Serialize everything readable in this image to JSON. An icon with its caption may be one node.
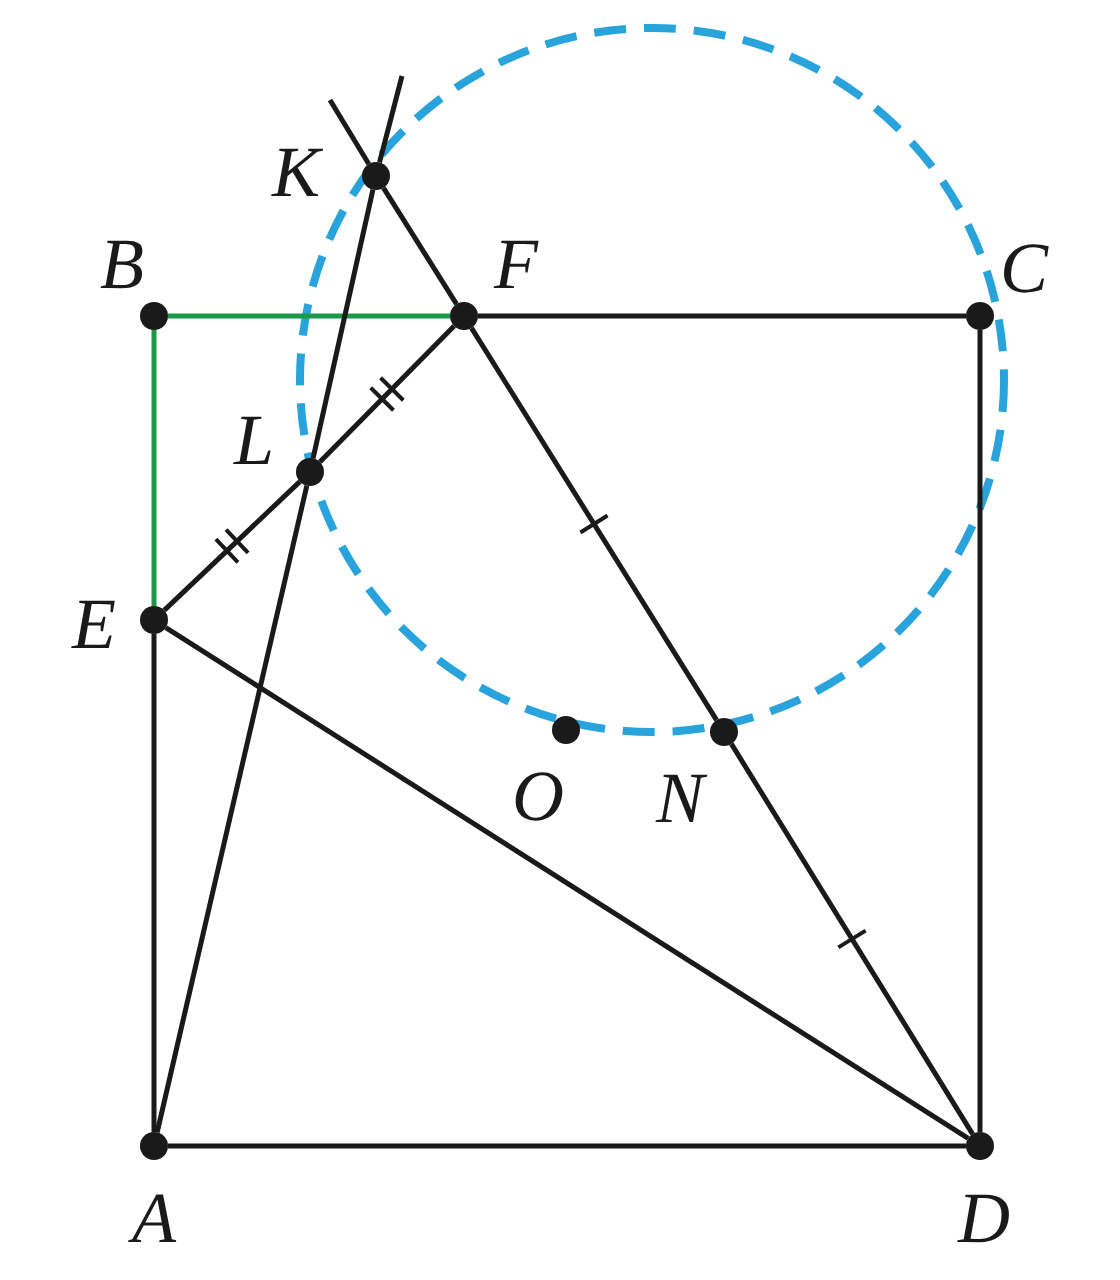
{
  "diagram": {
    "nodes": [
      {
        "text": [
          "K"
        ]
      },
      {
        "text": [
          "B"
        ]
      },
      {
        "text": [
          "F"
        ]
      },
      {
        "text": [
          "C"
        ]
      },
      {
        "text": [
          "L"
        ]
      },
      {
        "text": [
          "E"
        ]
      },
      {
        "text": [
          "O"
        ]
      },
      {
        "text": [
          "N"
        ]
      },
      {
        "text": [
          "A"
        ]
      },
      {
        "text": [
          "D"
        ]
      }
    ],
    "edges": [
      {
        "from": 8,
        "to": 5,
        "arrow": "none"
      },
      {
        "from": 5,
        "to": 1,
        "arrow": "none",
        "color": "#1a9a48"
      },
      {
        "from": 1,
        "to": 2,
        "arrow": "none",
        "color": "#1a9a48"
      },
      {
        "from": 2,
        "to": 3,
        "arrow": "none"
      },
      {
        "from": 3,
        "to": 9,
        "arrow": "none"
      },
      {
        "from": 9,
        "to": 8,
        "arrow": "none"
      },
      {
        "from": 5,
        "to": 4,
        "arrow": "none"
      },
      {
        "from": 4,
        "to": 2,
        "arrow": "none"
      },
      {
        "from": 5,
        "to": 9,
        "arrow": "none"
      },
      {
        "from": 8,
        "to": 4,
        "arrow": "none"
      },
      {
        "from": 4,
        "to": 0,
        "arrow": "none"
      },
      {
        "from": 9,
        "to": 7,
        "arrow": "none"
      },
      {
        "from": 7,
        "to": 2,
        "arrow": "none"
      },
      {
        "from": 2,
        "to": 0,
        "arrow": "none"
      },
      {
        "from": 0,
        "to": null,
        "arrow": "none"
      },
      {
        "from": 0,
        "to": null,
        "arrow": "none"
      }
    ]
  }
}
